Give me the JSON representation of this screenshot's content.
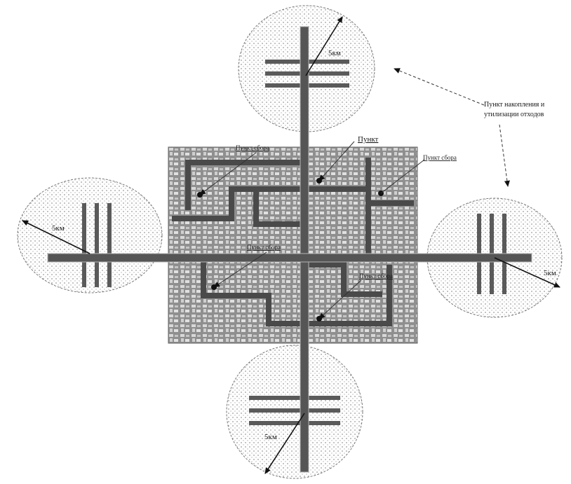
{
  "labels": {
    "collection_point_1": "Пункт сбора",
    "collection_point_2": "Пункт",
    "collection_point_3": "Пункт сбора",
    "collection_point_4": "Пункт сбора",
    "collection_point_5": "Пункт сбора",
    "disposal_point_line1": "Пункт накопления и",
    "disposal_point_line2": "утилизации отходов",
    "distance_north": "5км",
    "distance_west": "5км",
    "distance_east": "5км",
    "distance_south": "5км"
  },
  "colors": {
    "city_fill": "#8f8f8f",
    "road": "#555555",
    "road_edge": "#b5b5b5",
    "circle_stroke": "#777777",
    "arrow": "#111111",
    "background": "#ffffff"
  }
}
